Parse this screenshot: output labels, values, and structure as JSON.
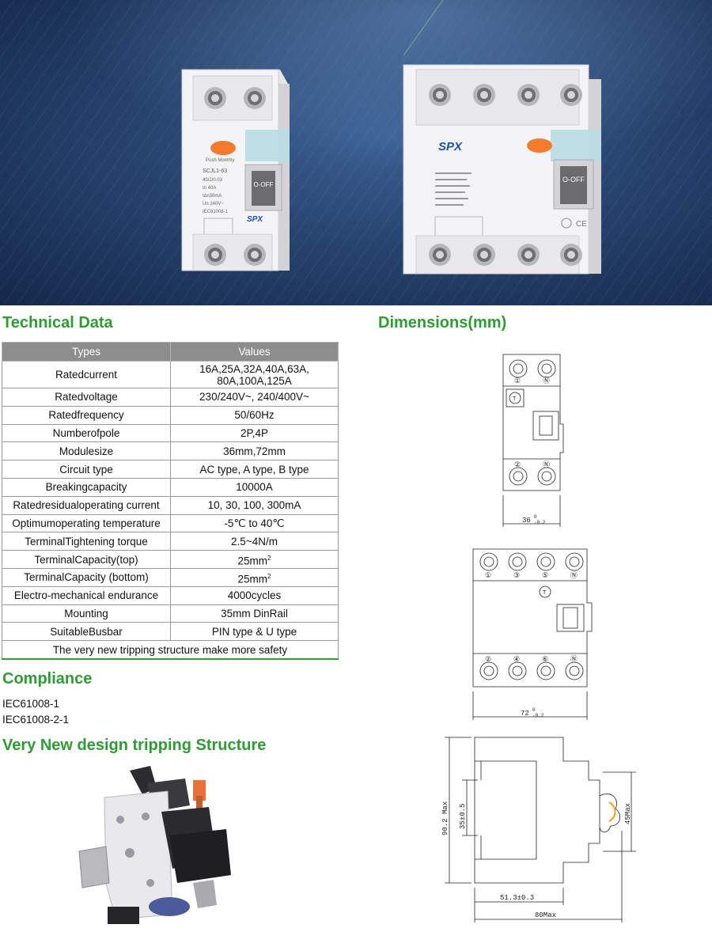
{
  "headings": {
    "technical_data": "Technical Data",
    "dimensions": "Dimensions(mm)",
    "compliance": "Compliance",
    "tripping": "Very New design tripping Structure"
  },
  "table": {
    "header": [
      "Types",
      "Values"
    ],
    "rows": [
      {
        "type": "Ratedcurrent",
        "value": "16A,25A,32A,40A,63A, 80A,100A,125A"
      },
      {
        "type": "Ratedvoltage",
        "value": "230/240V~, 240/400V~"
      },
      {
        "type": "Ratedfrequency",
        "value": "50/60Hz"
      },
      {
        "type": "Numberofpole",
        "value": "2P,4P"
      },
      {
        "type": "Modulesize",
        "value": "36mm,72mm"
      },
      {
        "type": "Circuit type",
        "value": "AC type, A type, B type"
      },
      {
        "type": "Breakingcapacity",
        "value": "10000A"
      },
      {
        "type": "Ratedresidualoperating current",
        "value": "10, 30, 100, 300mA"
      },
      {
        "type": "Optimumoperating temperature",
        "value": "-5℃ to 40℃"
      },
      {
        "type": "TerminalTightening torque",
        "value": "2.5~4N/m"
      },
      {
        "type": "TerminalCapacity(top)",
        "value": "25mm",
        "sup": "2"
      },
      {
        "type": "TerminalCapacity (bottom)",
        "value": "25mm",
        "sup": "2"
      },
      {
        "type": "Electro-mechanical endurance",
        "value": "4000cycles"
      },
      {
        "type": "Mounting",
        "value": "35mm DinRail"
      },
      {
        "type": "SuitableBusbar",
        "value": "PIN type & U type"
      }
    ],
    "footer": "The very new tripping structure make more safety"
  },
  "compliance": [
    "IEC61008-1",
    "IEC61008-2-1"
  ],
  "product_labels": {
    "brand": "SPX",
    "switch_text": "O-OFF",
    "small_model": "SCJL1-63",
    "small_rating": "40/2/0.03",
    "small_in": "In 40A",
    "small_idn": "I∆n30mA",
    "small_un": "Un 240V~",
    "small_std": "IEC61008-1",
    "small_test": "Push Monthly"
  },
  "dimensions": {
    "width_2p": "36",
    "tol_2p_top": "0",
    "tol_2p_bot": "-0.2",
    "width_4p": "72",
    "tol_4p_top": "0",
    "tol_4p_bot": "-0.2",
    "height": "90.2 Max",
    "rail": "35±0.5",
    "side": "45Max",
    "depth_inner": "51.3±0.3",
    "depth": "80Max",
    "terminals_top_2p": [
      "①",
      "Ⓝ"
    ],
    "terminals_bot_2p": [
      "②",
      "Ⓝ"
    ],
    "terminals_top_4p": [
      "①",
      "③",
      "⑤",
      "Ⓝ"
    ],
    "terminals_bot_4p": [
      "②",
      "④",
      "⑥",
      "Ⓝ"
    ],
    "test_button": "T"
  }
}
